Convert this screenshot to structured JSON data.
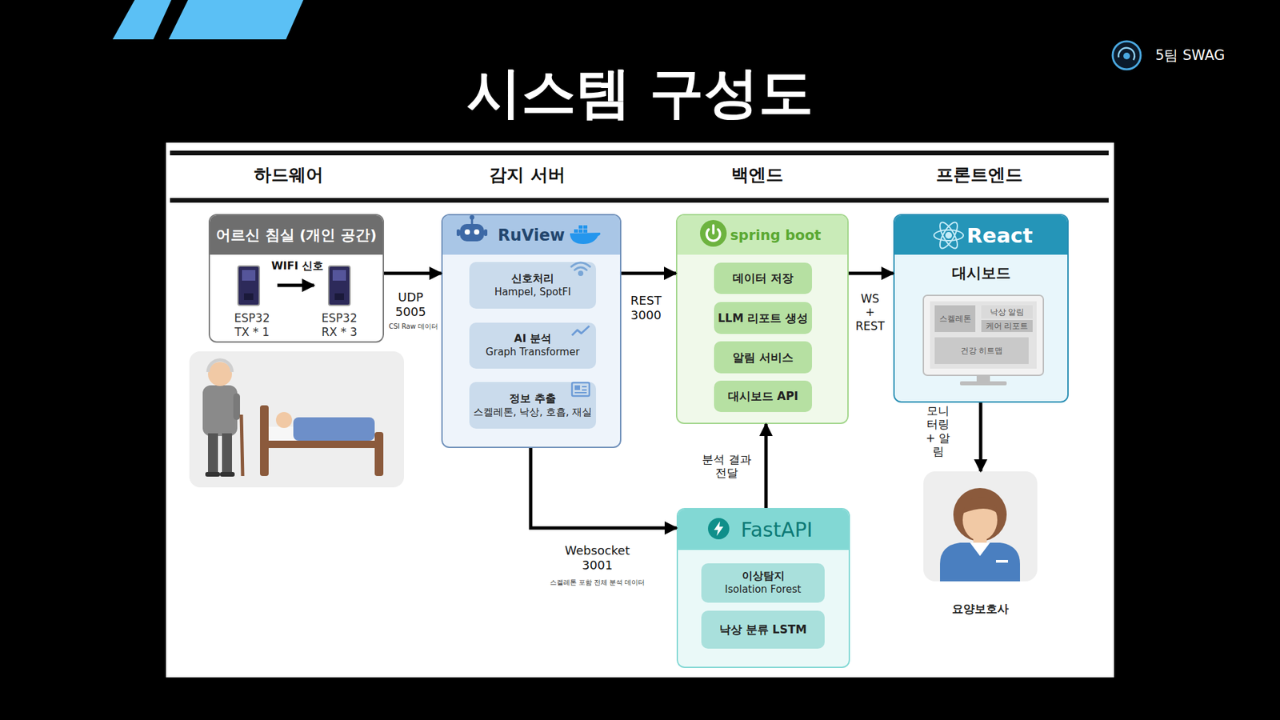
{
  "diagram": {
    "title": "시스템 구성도",
    "nodes": [
      {
        "text": [
          "어르신 침실 (개인 공간)"
        ]
      },
      {
        "text": [
          "ESP32 TX * 1"
        ],
        "in": 0
      },
      {
        "text": [
          "ESP32 RX * 3"
        ],
        "in": 0
      },
      {
        "text": [
          "RuView"
        ]
      },
      {
        "text": [
          "신호처리",
          "Hampel, SpotFI"
        ],
        "in": 3
      },
      {
        "text": [
          "AI 분석",
          "Graph Transformer"
        ],
        "in": 3
      },
      {
        "text": [
          "정보 추출",
          "스켈레톤, 낙상, 호흡, 재실"
        ],
        "in": 3
      },
      {
        "text": [
          "spring boot"
        ]
      },
      {
        "text": [
          "데이터 저장"
        ],
        "in": 7
      },
      {
        "text": [
          "LLM 리포트 생성"
        ],
        "in": 7
      },
      {
        "text": [
          "알림 서비스"
        ],
        "in": 7
      },
      {
        "text": [
          "대시보드 API"
        ],
        "in": 7
      },
      {
        "text": [
          "React",
          "대시보드"
        ]
      },
      {
        "text": [
          "스켈레톤"
        ],
        "in": 12
      },
      {
        "text": [
          "낙상 알림"
        ],
        "in": 12
      },
      {
        "text": [
          "케어 리포트"
        ],
        "in": 12
      },
      {
        "text": [
          "건강 히트맵"
        ],
        "in": 12
      },
      {
        "text": [
          "FastAPI"
        ]
      },
      {
        "text": [
          "이상탐지",
          "Isolation Forest"
        ],
        "in": 17
      },
      {
        "text": [
          "낙상 분류 LSTM"
        ],
        "in": 17
      },
      {
        "text": [
          "요양보호사"
        ]
      }
    ],
    "edges": [
      {
        "from": 1,
        "to": 2,
        "label": "WIFI 신호",
        "arrow": "to"
      },
      {
        "from": 0,
        "to": 3,
        "label": "UDP 5005",
        "arrow": "to"
      },
      {
        "from": 3,
        "to": 7,
        "label": "REST 3000",
        "arrow": "to"
      },
      {
        "from": 7,
        "to": 12,
        "label": "WS + REST",
        "arrow": "to"
      },
      {
        "from": 3,
        "to": 17,
        "label": "Websocket 3001",
        "arrow": "to"
      },
      {
        "from": 17,
        "to": 7,
        "label": "분석 결과 전달",
        "arrow": "to"
      },
      {
        "from": 12,
        "to": 20,
        "label": "모니터링 + 알림",
        "arrow": "to"
      }
    ],
    "labels": [
      "5팀 SWAG",
      "하드웨어",
      "감지 서버",
      "백엔드",
      "프론트엔드",
      "CSI Raw 데이터",
      "스켈레톤 포함 전체 분석 데이터"
    ]
  }
}
